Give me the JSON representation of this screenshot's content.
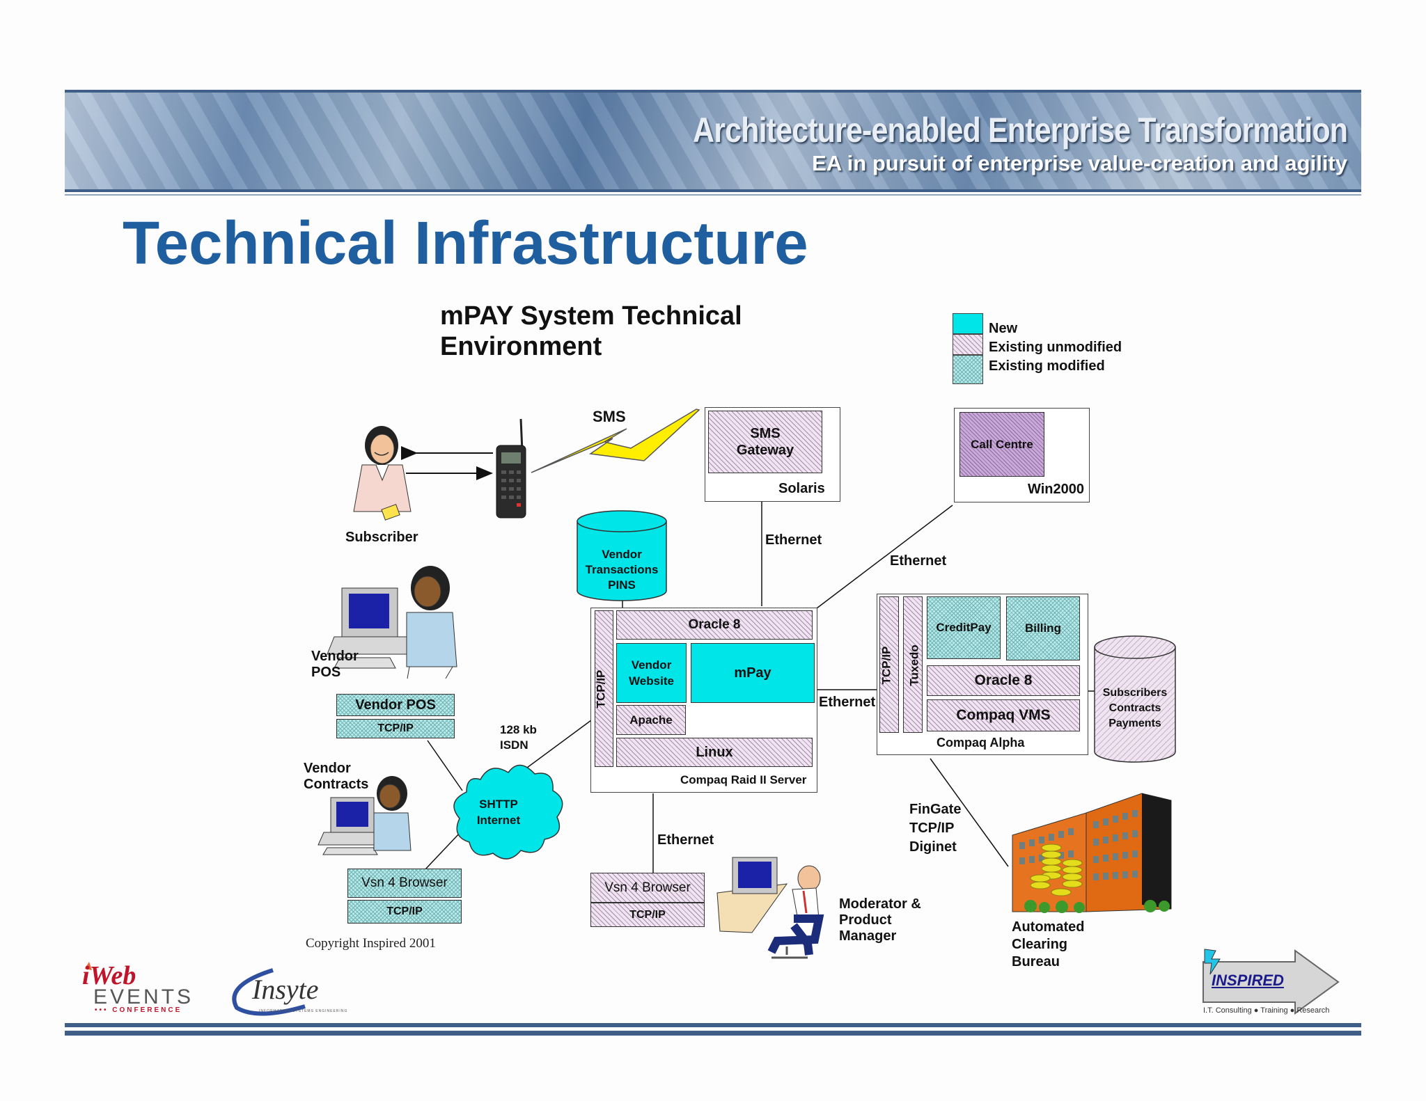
{
  "banner": {
    "title": "Architecture-enabled Enterprise Transformation",
    "subtitle": "EA in pursuit of enterprise value-creation and agility"
  },
  "page_title": "Technical Infrastructure",
  "diagram_title": "mPAY System Technical Environment",
  "legend": {
    "new": "New",
    "existing_unmodified": "Existing unmodified",
    "existing_modified": "Existing modified"
  },
  "labels": {
    "sms": "SMS",
    "subscriber": "Subscriber",
    "sms_gateway": "SMS Gateway",
    "solaris": "Solaris",
    "call_centre": "Call Centre",
    "win2000": "Win2000",
    "ethernet_top": "Ethernet",
    "ethernet_right_top": "Ethernet",
    "ethernet_mid": "Ethernet",
    "ethernet_bottom": "Ethernet",
    "vendor_transactions": "Vendor Transactions PINS",
    "oracle8_server": "Oracle 8",
    "tcpip_vertical": "TCP/IP",
    "vendor_website": "Vendor Website",
    "mpay": "mPay",
    "apache": "Apache",
    "linux": "Linux",
    "compaq_raid": "Compaq Raid II Server",
    "tcpip_alpha": "TCP/IP",
    "tuxedo": "Tuxedo",
    "creditpay": "CreditPay",
    "billing": "Billing",
    "oracle8_alpha": "Oracle 8",
    "compaq_vms": "Compaq VMS",
    "compaq_alpha": "Compaq Alpha",
    "subscribers_db": "Subscribers Contracts Payments",
    "vendor_pos_person": "Vendor POS",
    "vendor_pos_app": "Vendor POS",
    "vendor_pos_tcpip": "TCP/IP",
    "isdn": "128 kb ISDN",
    "shttp": "SHTTP Internet",
    "vendor_contracts": "Vendor Contracts",
    "browser_left": "Vsn 4 Browser",
    "browser_left_tcpip": "TCP/IP",
    "browser_mid": "Vsn 4 Browser",
    "browser_mid_tcpip": "TCP/IP",
    "moderator": "Moderator & Product Manager",
    "fingate": "FinGate TCP/IP Diginet",
    "acb": "Automated Clearing Bureau",
    "copyright": "Copyright Inspired 2001"
  },
  "logos": {
    "iweb_top": "iWeb",
    "iweb_events": "EVENTS",
    "iweb_conference": "••• CONFERENCE",
    "insyte": "Insyte",
    "insyte_tag": "INFORMATION SYSTEMS ENGINEERING",
    "inspired": "INSPIRED",
    "inspired_tag": "I.T. Consulting ● Training ● Research"
  },
  "colors": {
    "title_blue": "#1f5fa0",
    "new_cyan": "#00e5e8",
    "existing_unmodified": "#efe4ef",
    "existing_modified": "#b9ece9"
  }
}
